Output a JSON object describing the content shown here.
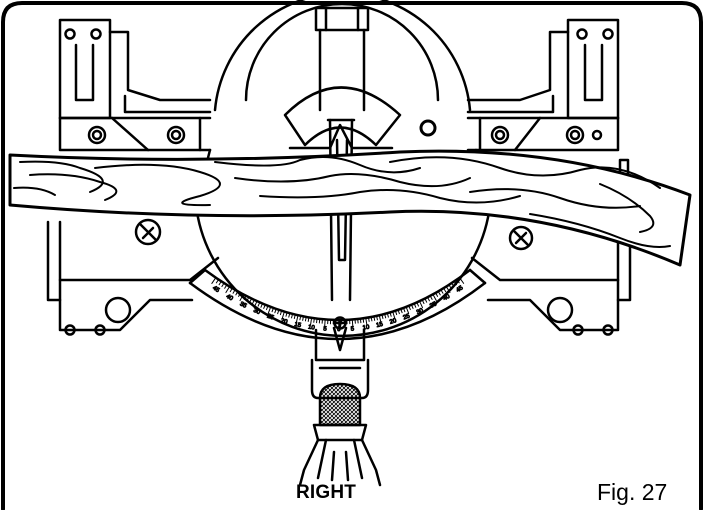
{
  "labels": {
    "right": "RIGHT",
    "figure": "Fig. 27"
  },
  "scale": {
    "numbers": [
      "45",
      "40",
      "35",
      "30",
      "25",
      "20",
      "15",
      "10",
      "5",
      "0",
      "5",
      "10",
      "15",
      "20",
      "25",
      "30",
      "35",
      "40",
      "45"
    ]
  },
  "colors": {
    "ink": "#000000",
    "paper": "#ffffff"
  },
  "icons": {
    "blade-guard": "blade-guard-icon",
    "miter-knob": "knurled-knob-icon",
    "workpiece": "wood-board-icon"
  }
}
